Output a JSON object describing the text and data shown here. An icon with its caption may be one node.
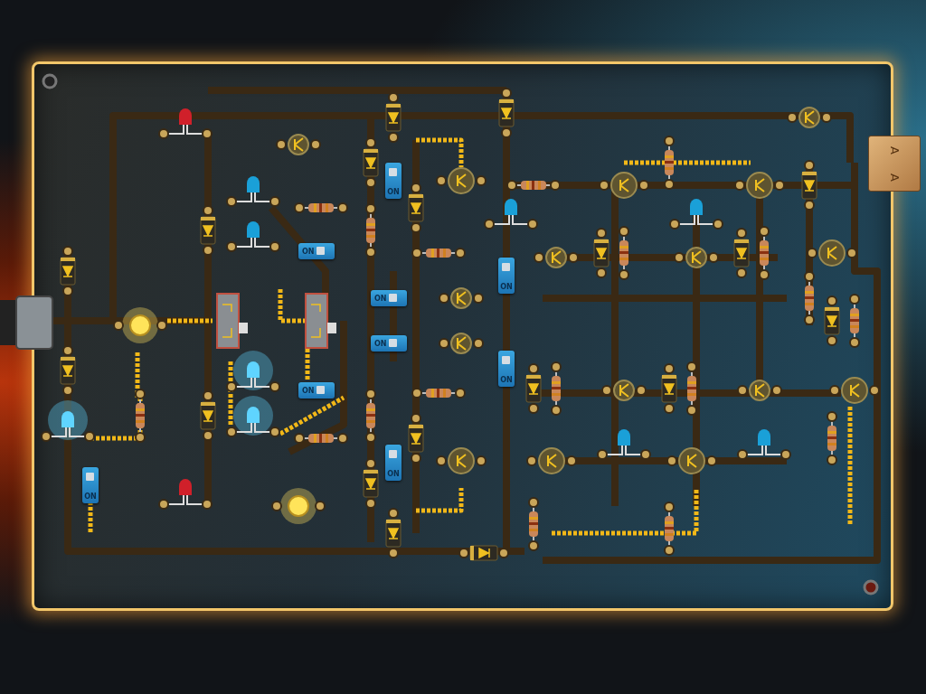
{
  "diagram": {
    "labels": [
      "ON",
      "ON",
      "ON",
      "ON",
      "ON",
      "ON",
      "ON",
      "ON",
      "ON",
      "A",
      "A"
    ]
  }
}
